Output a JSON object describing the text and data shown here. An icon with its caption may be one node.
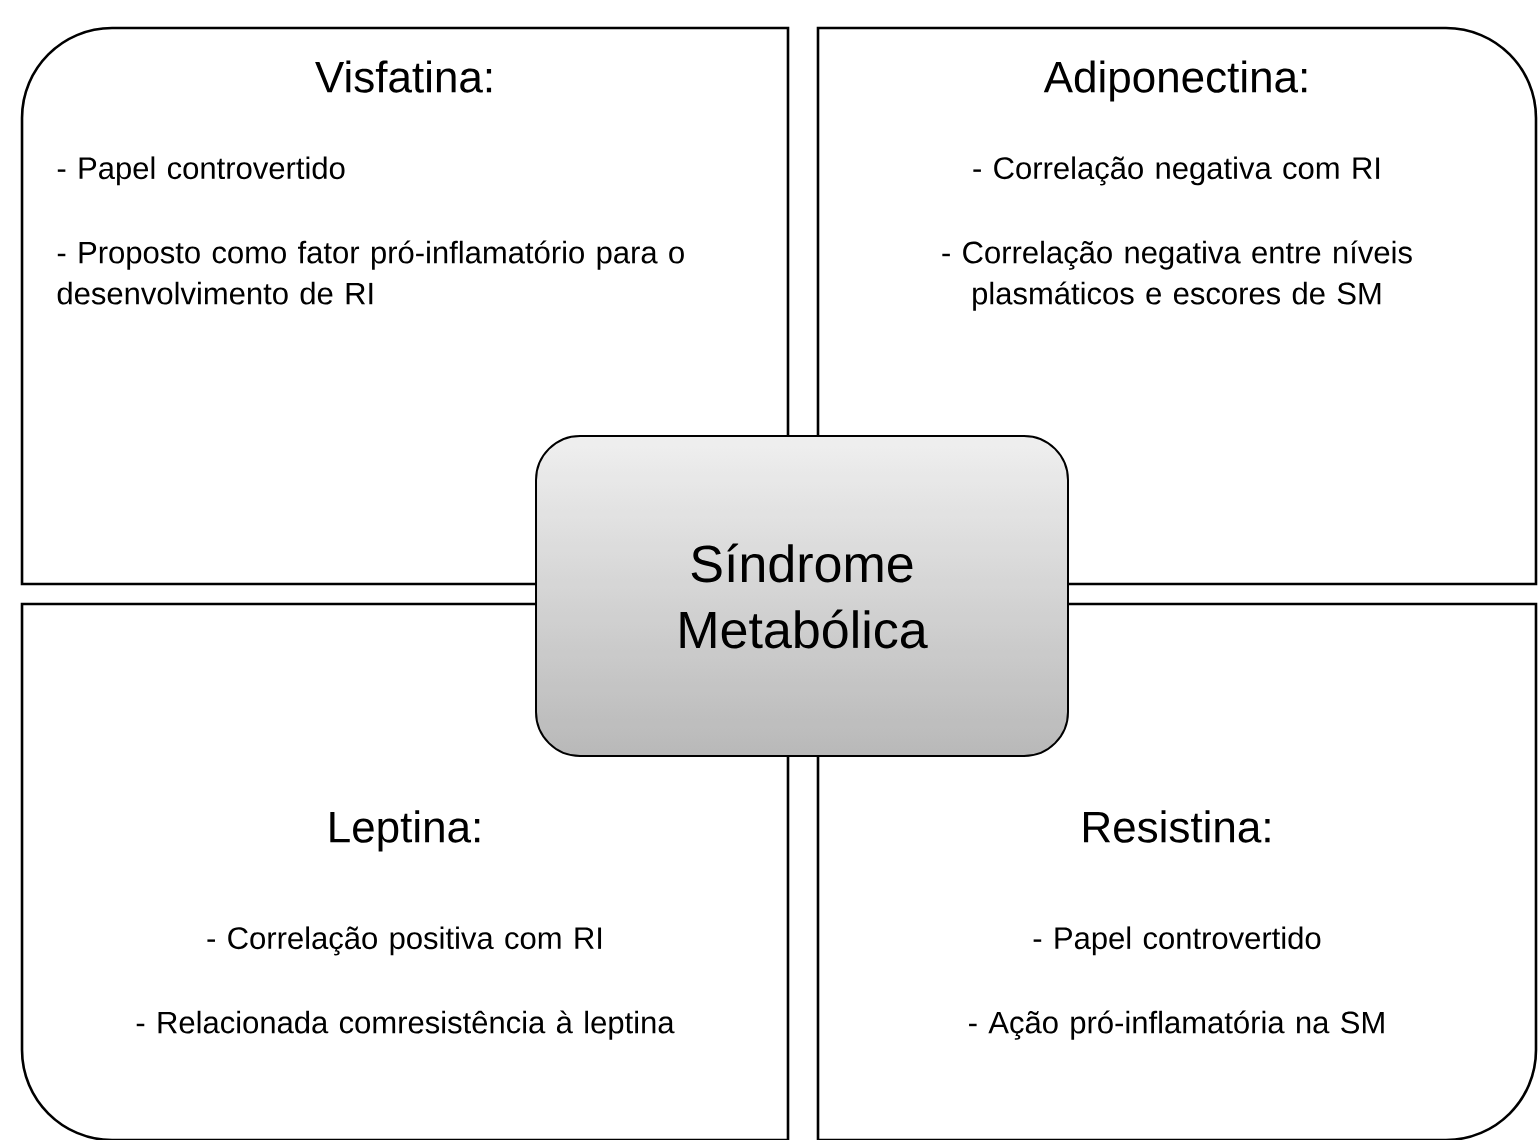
{
  "diagram": {
    "nodes": [
      {
        "text": [
          "Visfatina:",
          "- Papel controvertido",
          "- Proposto como fator pró-inflamatório para o desenvolvimento de RI"
        ]
      },
      {
        "text": [
          "Adiponectina:",
          "- Correlação negativa com RI",
          "- Correlação negativa entre níveis plasmáticos e escores de SM"
        ]
      },
      {
        "text": [
          "Leptina:",
          "- Correlação positiva com RI",
          "- Relacionada comresistência à leptina"
        ]
      },
      {
        "text": [
          "Resistina:",
          "- Papel controvertido",
          "- Ação pró-inflamatória na SM"
        ]
      },
      {
        "text": [
          "Síndrome Metabólica"
        ]
      }
    ]
  }
}
